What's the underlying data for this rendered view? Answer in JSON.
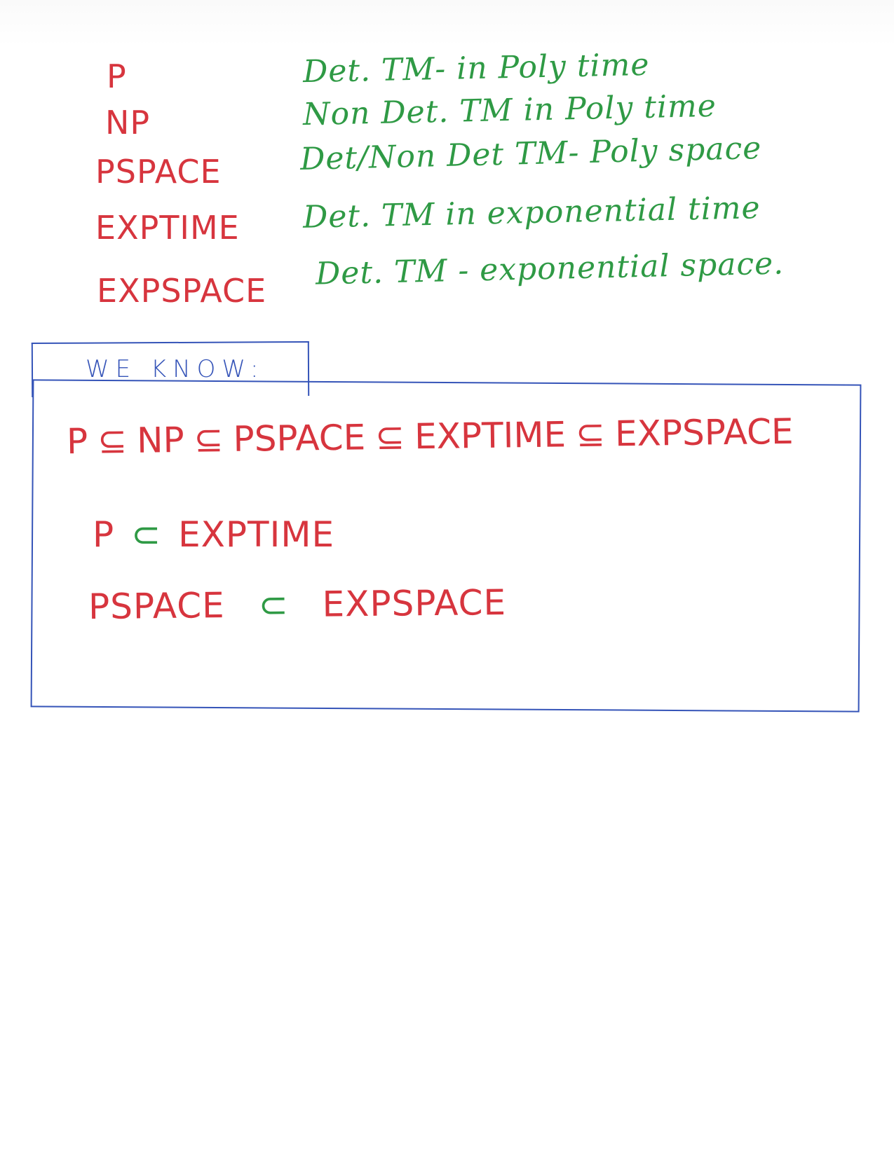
{
  "definitions": [
    {
      "class": "P",
      "description": "Det. TM- in Poly time"
    },
    {
      "class": "NP",
      "description": "Non Det. TM in Poly time"
    },
    {
      "class": "PSPACE",
      "description": "Det/Non Det TM- Poly space"
    },
    {
      "class": "EXPTIME",
      "description": "Det. TM in exponential time"
    },
    {
      "class": "EXPSPACE",
      "description": "Det. TM - exponential space."
    }
  ],
  "box": {
    "label": "WE KNOW:",
    "chain": [
      "P",
      "⊆",
      "NP",
      "⊆",
      "PSPACE",
      "⊆",
      "EXPTIME",
      "⊆",
      "EXPSPACE"
    ],
    "strict1": {
      "left": "P",
      "op": "⊂",
      "right": "EXPTIME"
    },
    "strict2": {
      "left": "PSPACE",
      "op": "⊂",
      "right": "EXPSPACE"
    }
  },
  "colors": {
    "class_red": "#d7353e",
    "description_green": "#2f9a45",
    "box_blue": "#3554b8"
  }
}
